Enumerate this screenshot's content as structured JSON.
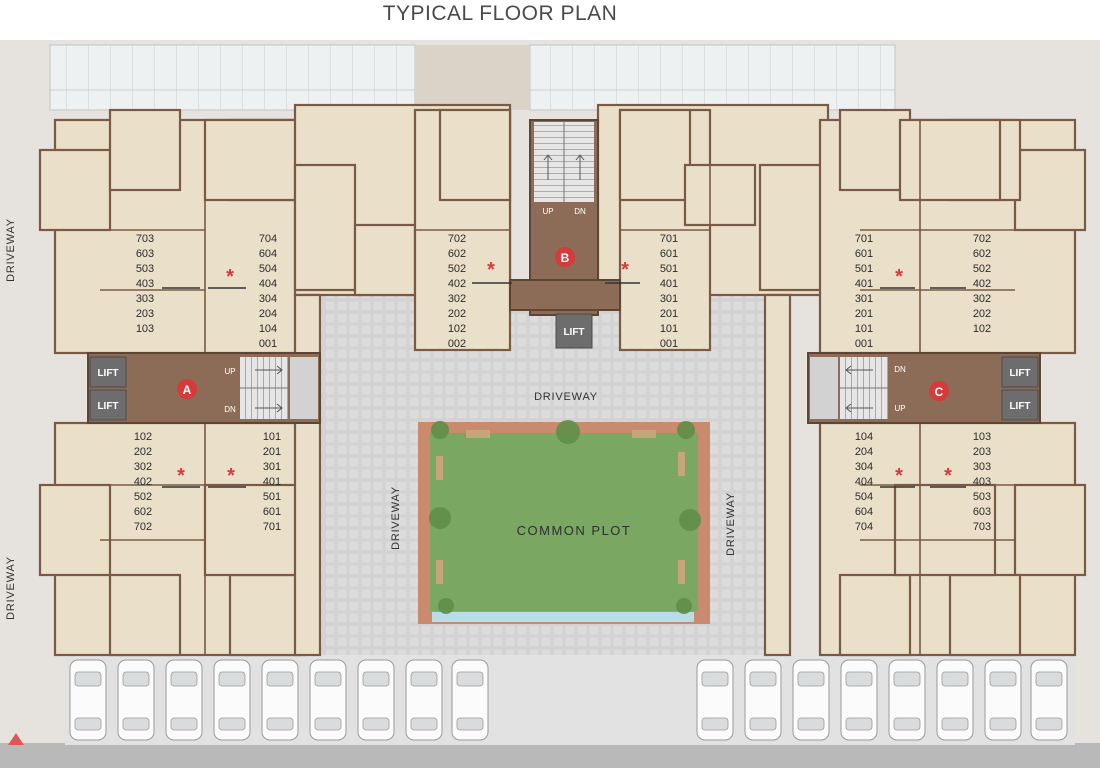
{
  "title": "TYPICAL FLOOR PLAN",
  "labels": {
    "driveway": "DRIVEWAY",
    "common_plot": "COMMON PLOT",
    "lift": "LIFT",
    "up": "UP",
    "dn": "DN"
  },
  "colors": {
    "wall": "#7a5a44",
    "room": "#eadfc9",
    "core": "#8b6b55",
    "paving": "#d5d5d5",
    "lawn": "#78a85e",
    "marker": "#d63a3a",
    "lift_box": "#6d6d6d"
  },
  "stair_cores": [
    {
      "id": "A"
    },
    {
      "id": "B"
    },
    {
      "id": "C"
    }
  ],
  "unit_lists": [
    {
      "name": "a-top-left",
      "numbers": [
        "703",
        "603",
        "503",
        "403",
        "303",
        "203",
        "103"
      ]
    },
    {
      "name": "a-top-right",
      "numbers": [
        "704",
        "604",
        "504",
        "404",
        "304",
        "204",
        "104",
        "001"
      ]
    },
    {
      "name": "a-bottom-left",
      "numbers": [
        "102",
        "202",
        "302",
        "402",
        "502",
        "602",
        "702"
      ]
    },
    {
      "name": "a-bottom-right",
      "numbers": [
        "101",
        "201",
        "301",
        "401",
        "501",
        "601",
        "701"
      ]
    },
    {
      "name": "b-left",
      "numbers": [
        "702",
        "602",
        "502",
        "402",
        "302",
        "202",
        "102",
        "002"
      ]
    },
    {
      "name": "b-right",
      "numbers": [
        "701",
        "601",
        "501",
        "401",
        "301",
        "201",
        "101",
        "001"
      ]
    },
    {
      "name": "c-top-left",
      "numbers": [
        "701",
        "601",
        "501",
        "401",
        "301",
        "201",
        "101",
        "001"
      ]
    },
    {
      "name": "c-top-right",
      "numbers": [
        "702",
        "602",
        "502",
        "402",
        "302",
        "202",
        "102"
      ]
    },
    {
      "name": "c-bottom-left",
      "numbers": [
        "104",
        "204",
        "304",
        "404",
        "504",
        "604",
        "704"
      ]
    },
    {
      "name": "c-bottom-right",
      "numbers": [
        "103",
        "203",
        "303",
        "403",
        "503",
        "603",
        "703"
      ]
    }
  ],
  "marker_symbol": "*"
}
